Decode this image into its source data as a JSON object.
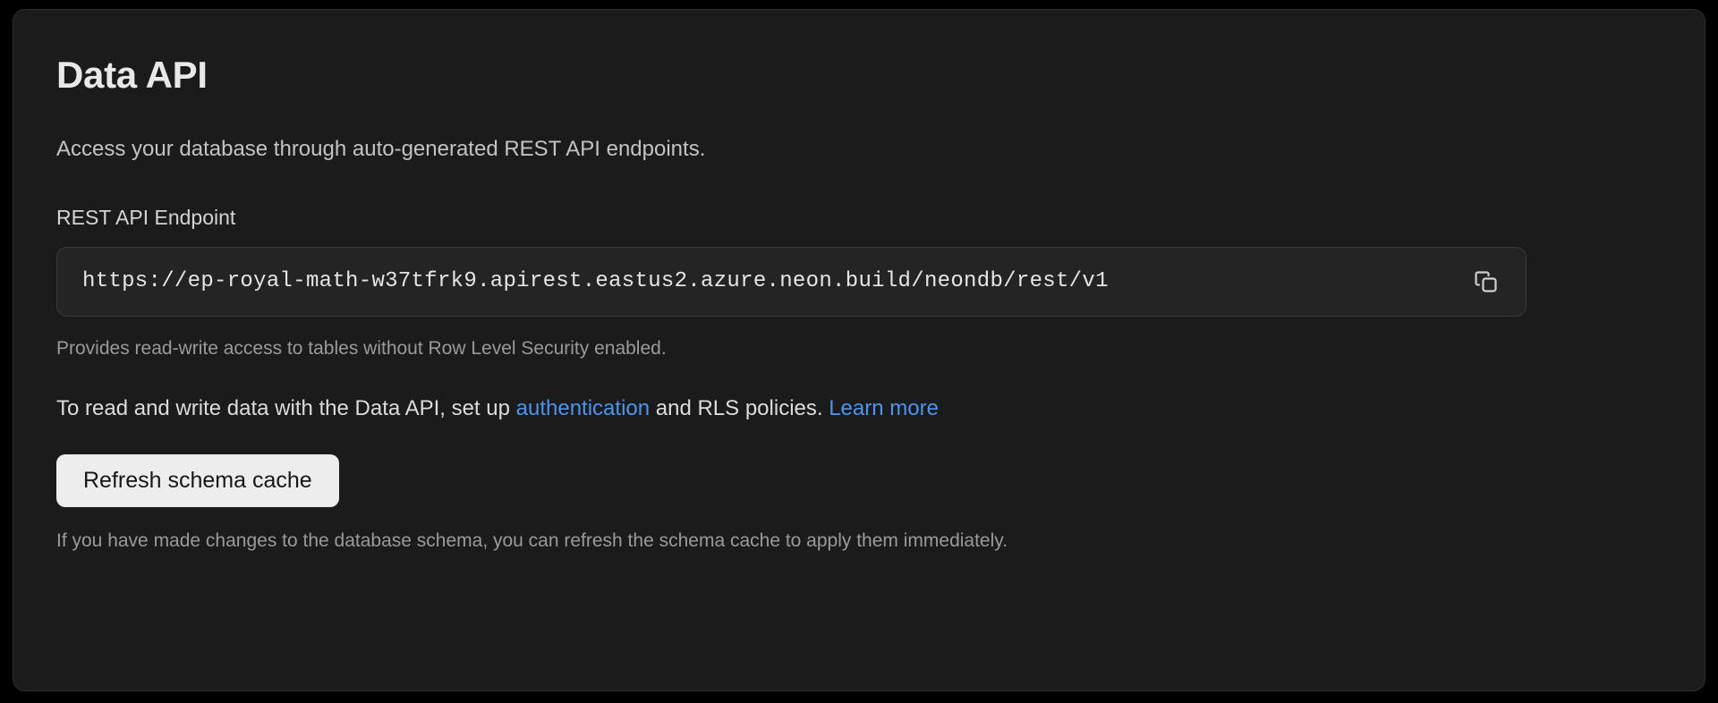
{
  "card": {
    "title": "Data API",
    "description": "Access your database through auto-generated REST API endpoints.",
    "endpoint": {
      "label": "REST API Endpoint",
      "value": "https://ep-royal-math-w37tfrk9.apirest.eastus2.azure.neon.build/neondb/rest/v1",
      "placeholder": "https://",
      "copy_icon": "copy-icon",
      "helper_text": "Provides read-write access to tables without Row Level Security enabled."
    },
    "rls_paragraph": {
      "part1": "To read and write data with the Data API, set up ",
      "link1": "authentication",
      "part2": " and RLS policies. ",
      "link2": "Learn more"
    },
    "refresh": {
      "label": "Refresh schema cache",
      "note": "If you have made changes to the database schema, you can refresh the schema cache to apply them immediately."
    }
  },
  "colors": {
    "page_background": "#000000",
    "card_background": "#1b1b1b",
    "card_border": "#2e2e2e",
    "input_background": "#242424",
    "input_border": "#3a3a3a",
    "link": "#4d94ee",
    "button_background": "#ededed",
    "button_text": "#171717",
    "title_text": "#e8e8e8",
    "body_text": "#dcdcdc",
    "muted_text": "#9a9a9a"
  }
}
